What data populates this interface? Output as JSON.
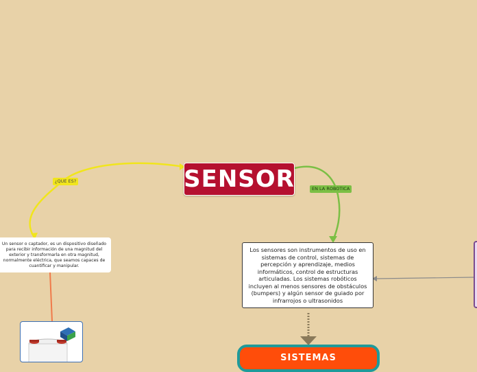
{
  "central": {
    "title": "SENSOR",
    "color": "#b5102f"
  },
  "labels": {
    "que_es": "¿QUE ES?",
    "robotica": "EN LA ROBOTICA"
  },
  "nodes": {
    "definition": "Un sensor o captador, es un dispositivo diseñado para recibir información de una magnitud del exterior y transformarla en otra magnitud, normalmente eléctrica, que seamos capaces de cuantificar y manipular.",
    "robotics": "Los sensores son instrumentos de uso en sistemas de control, sistemas de percepción y aprendizaje, medios informáticos, control de estructuras articuladas. Los sistemas robóticos incluyen al menos sensores de obstáculos (bumpers) y algún sensor de guiado por infrarrojos o ultrasonidos",
    "sistemas": "SISTEMAS"
  },
  "colors": {
    "background": "#e8d2a8",
    "yellow_connector": "#f1e51c",
    "green_connector": "#7bbf45",
    "orange_connector": "#f07a4a",
    "sistemas_fill": "#ff4d0a",
    "sistemas_border": "#1f9a9a"
  }
}
